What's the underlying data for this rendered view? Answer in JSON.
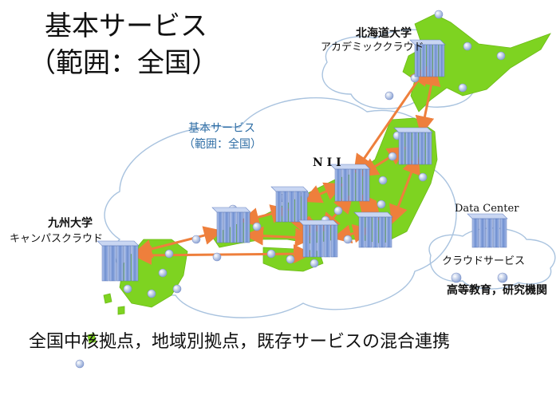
{
  "title": {
    "line1": "基本サービス",
    "line2": "（範囲：全国）"
  },
  "map_cloud_label": {
    "line1": "基本サービス",
    "line2": "（範囲：全国）"
  },
  "nodes": {
    "hokkaido": {
      "line1": "北海道大学",
      "line2": "アカデミッククラウド"
    },
    "nii": "N I I",
    "kyushu": {
      "line1": "九州大学",
      "line2": "キャンパスクラウド"
    }
  },
  "legend": {
    "data_center": "Data Center",
    "cloud_service": "クラウドサービス",
    "institutions": "高等教育，研究機関"
  },
  "footer": "全国中核拠点，地域別拠点，既存サービスの混合連携",
  "colors": {
    "land": "#7ed321",
    "arrow": "#ee7f3c",
    "server": "#7f9fda",
    "cloud_outline": "#a9c3df",
    "sub_text": "#2f6ea5"
  }
}
